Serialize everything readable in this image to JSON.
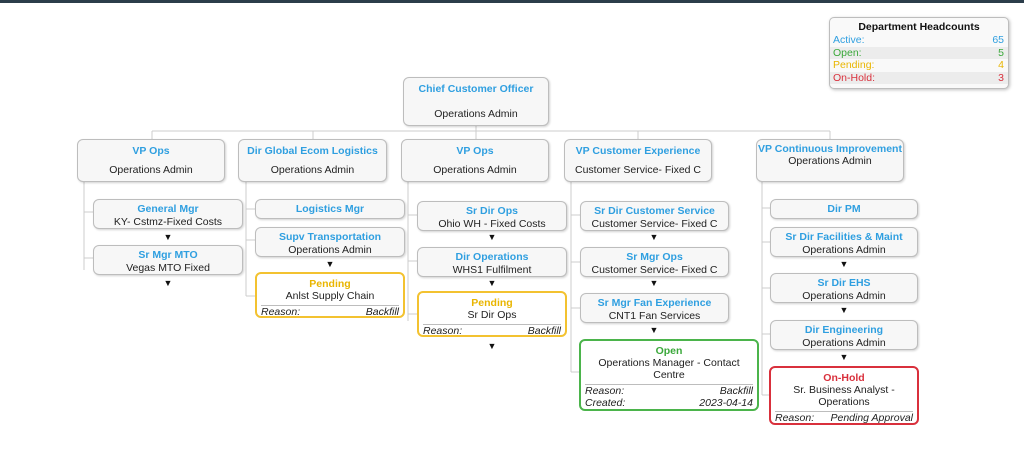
{
  "colors": {
    "title": "#2f9fe0",
    "pending": "#e9b500",
    "open": "#3aa83a",
    "onhold": "#d9303c",
    "active": "#2f9fe0",
    "line": "#cccccc"
  },
  "legend": {
    "title": "Department Headcounts",
    "active": {
      "label": "Active:",
      "value": "65"
    },
    "open": {
      "label": "Open:",
      "value": "5"
    },
    "pending": {
      "label": "Pending:",
      "value": "4"
    },
    "onhold": {
      "label": "On-Hold:",
      "value": "3"
    }
  },
  "root": {
    "title": "Chief Customer Officer",
    "subtitle": "Operations Admin"
  },
  "arrow": "▼",
  "columns": [
    {
      "head": {
        "title": "VP Ops",
        "subtitle": "Operations Admin"
      },
      "children": [
        {
          "title": "General Mgr",
          "subtitle": "KY- Cstmz-Fixed Costs"
        },
        {
          "title": "Sr Mgr MTO",
          "subtitle": "Vegas MTO Fixed"
        }
      ]
    },
    {
      "head": {
        "title": "Dir Global Ecom Logistics",
        "subtitle": "Operations Admin"
      },
      "children": [
        {
          "title": "Logistics Mgr"
        },
        {
          "title": "Supv Transportation",
          "subtitle": "Operations Admin"
        }
      ],
      "card": {
        "status": "Pending",
        "description": "Anlst Supply Chain",
        "reason_label": "Reason:",
        "reason": "Backfill"
      }
    },
    {
      "head": {
        "title": "VP Ops",
        "subtitle": "Operations Admin"
      },
      "children": [
        {
          "title": "Sr Dir Ops",
          "subtitle": "Ohio WH - Fixed Costs"
        },
        {
          "title": "Dir Operations",
          "subtitle": "WHS1 Fulfilment"
        }
      ],
      "card": {
        "status": "Pending",
        "description": "Sr Dir Ops",
        "reason_label": "Reason:",
        "reason": "Backfill"
      }
    },
    {
      "head": {
        "title": "VP Customer Experience",
        "subtitle": "Customer Service- Fixed C"
      },
      "children": [
        {
          "title": "Sr Dir Customer Service",
          "subtitle": "Customer Service- Fixed C"
        },
        {
          "title": "Sr Mgr Ops",
          "subtitle": "Customer Service- Fixed C"
        },
        {
          "title": "Sr Mgr Fan Experience",
          "subtitle": "CNT1 Fan Services"
        }
      ],
      "card": {
        "status": "Open",
        "description": "Operations Manager - Contact Centre",
        "reason_label": "Reason:",
        "reason": "Backfill",
        "created_label": "Created:",
        "created": "2023-04-14"
      }
    },
    {
      "head": {
        "title": "VP Continuous Improvement",
        "subtitle": "Operations Admin"
      },
      "children": [
        {
          "title": "Dir PM"
        },
        {
          "title": "Sr Dir Facilities & Maint",
          "subtitle": "Operations Admin"
        },
        {
          "title": "Sr Dir EHS",
          "subtitle": "Operations Admin"
        },
        {
          "title": "Dir Engineering",
          "subtitle": "Operations Admin"
        }
      ],
      "card": {
        "status": "On-Hold",
        "description": "Sr. Business Analyst - Operations",
        "reason_label": "Reason:",
        "reason": "Pending Approval"
      }
    }
  ]
}
